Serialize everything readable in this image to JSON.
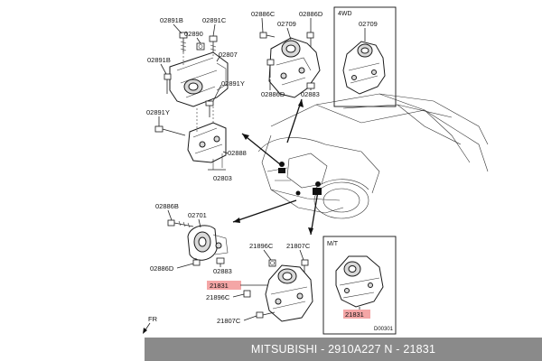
{
  "diagram": {
    "labels": {
      "l02891b_top": "02891B",
      "l02891c": "02891C",
      "l02890": "02890",
      "l02891b_mid": "02891B",
      "l02807": "02807",
      "l02891y_right": "02891Y",
      "l02891y_left": "02891Y",
      "l02888": "02888",
      "l02803": "02803",
      "l02886c_top": "02886C",
      "l02709_top": "02709",
      "l02886d_top": "02886D",
      "l02886d_mid": "02886D",
      "l02883_top": "02883",
      "l4wd": "4WD",
      "l02709_4wd": "02709",
      "l02886b": "02886B",
      "l02701": "02701",
      "l02886d_bot": "02886D",
      "l02883_bot": "02883",
      "l21896c_top": "21896C",
      "l21807c_top": "21807C",
      "l21831": "21831",
      "l21896c_bot": "21896C",
      "l21807c_bot": "21807C",
      "lmt": "M/T",
      "l21831_mt": "21831",
      "lfr": "FR",
      "lcode": "D00301"
    }
  },
  "footer": {
    "text": "MITSUBISHI - 2910A227     N - 21831"
  },
  "colors": {
    "highlight": "#f4a6a6",
    "footer_bg": "#8a8a8a",
    "footer_text": "#ffffff"
  }
}
